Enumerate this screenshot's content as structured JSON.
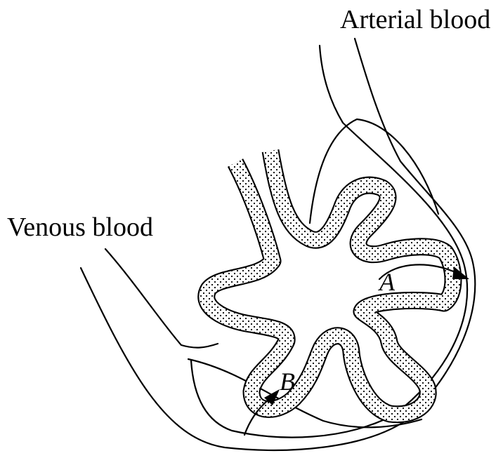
{
  "labels": {
    "arterial": "Arterial blood",
    "venous": "Venous blood",
    "point_a": "A",
    "point_b": "B"
  },
  "icons": [
    "arrow-a-icon",
    "arrow-b-icon"
  ],
  "colors": {
    "ink": "#000000",
    "background": "#ffffff"
  }
}
